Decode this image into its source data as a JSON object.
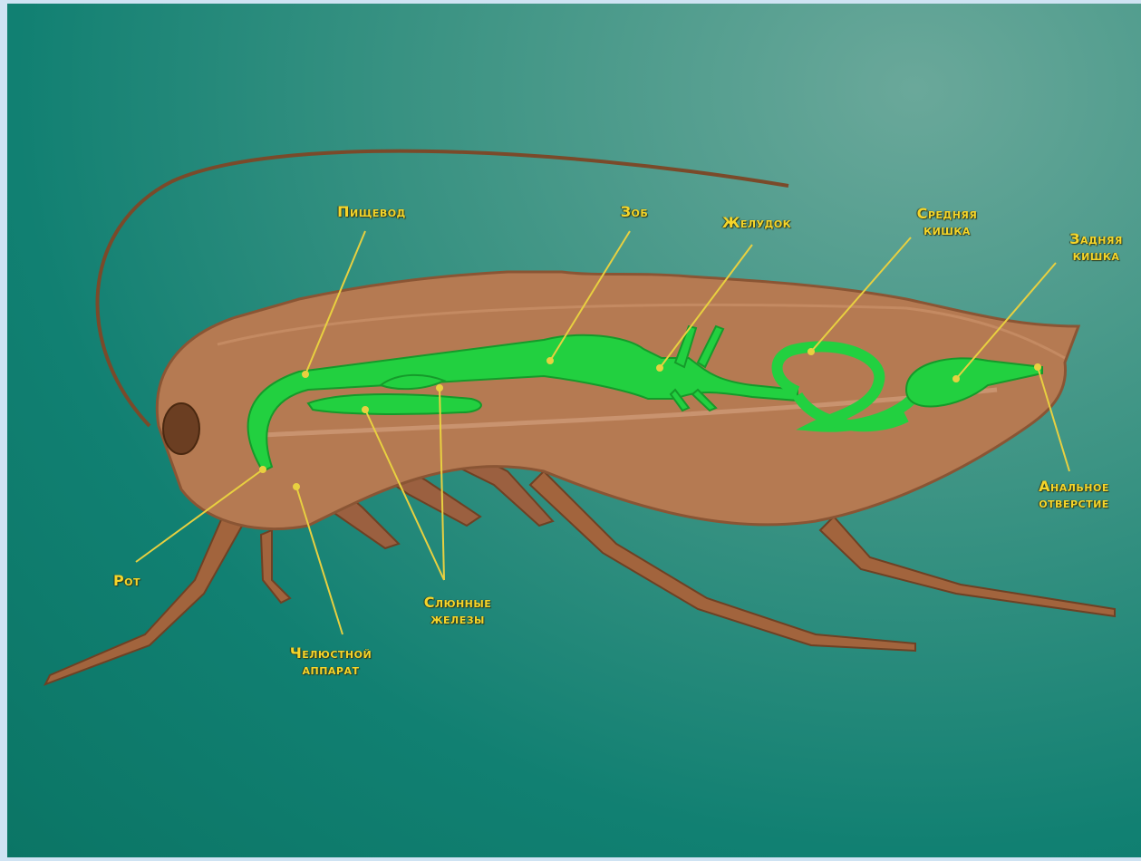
{
  "labels": {
    "esophagus": "Пищевод",
    "crop": "Зоб",
    "stomach": "Желудок",
    "midgut": "Средняя\nкишка",
    "hindgut": "Задняя\nкишка",
    "anus": "Анальное\nотверстие",
    "mouth": "Рот",
    "jaws": "Челюстной\nаппарат",
    "salivary": "Слюнные\nжелезы"
  },
  "colors": {
    "background": "#118072",
    "body": "#b57a52",
    "body_outline": "#8a5534",
    "gut": "#22d040",
    "gut_outline": "#159a2a",
    "label_text": "#f5d52a",
    "leader_line": "#e8d040"
  }
}
